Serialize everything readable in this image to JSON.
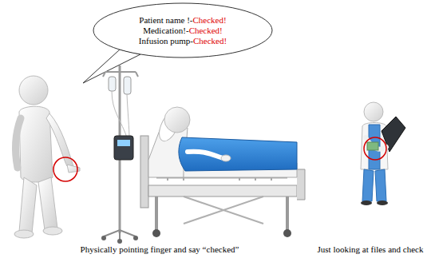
{
  "diagram": {
    "nodes": [
      {
        "text": [
          "Patient name !-",
          "Checked!",
          "Medication!-",
          "Checked!",
          "Infusion pump-",
          "Checked!"
        ]
      }
    ],
    "labels": [
      "Physically pointing finger and say “checked”",
      "Just looking at files and check"
    ]
  }
}
